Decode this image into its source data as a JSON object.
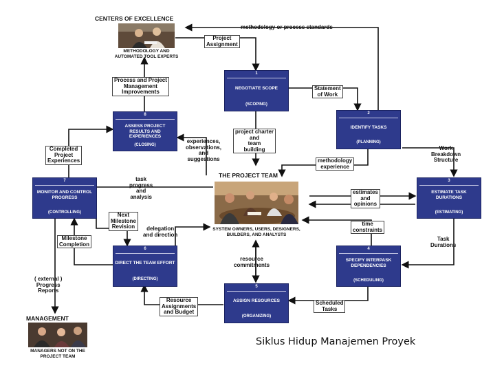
{
  "diagram": {
    "centers": {
      "heading": "CENTERS OF EXCELLENCE",
      "caption_line1": "Methodology and",
      "caption_line2": "Automated Tool Experts"
    },
    "management": {
      "heading": "MANAGEMENT",
      "caption_line1": "Managers not on the",
      "caption_line2": "Project Team"
    },
    "team": {
      "heading": "THE PROJECT TEAM",
      "caption_line1": "System Owners, Users, Designers,",
      "caption_line2": "Builders, and Analysts"
    },
    "phases": [
      {
        "num": "1",
        "title": "Negotiate Scope",
        "sub": "(scoping)"
      },
      {
        "num": "2",
        "title": "Identify Tasks",
        "sub": "(planning)"
      },
      {
        "num": "3",
        "title": "Estimate Task Durations",
        "sub": "(estimating)"
      },
      {
        "num": "4",
        "title": "Specify Interpask Dependencies",
        "sub": "(scheduling)"
      },
      {
        "num": "5",
        "title": "Assign Resources",
        "sub": "(organizing)"
      },
      {
        "num": "6",
        "title": "Direct the Team Effort",
        "sub": "(directing)"
      },
      {
        "num": "7",
        "title": "Monitor and Control Progress",
        "sub": "(controlling)"
      },
      {
        "num": "8",
        "title": "Assess Project Results and Experiences",
        "sub": "(closing)"
      }
    ],
    "labels": {
      "methodology_standards": "methodology or process standards",
      "project_assignment_1": "Project",
      "project_assignment_2": "Assignment",
      "process_improve_1": "Process and Project",
      "process_improve_2": "Management",
      "process_improve_3": "Improvements",
      "statement_1": "Statement",
      "statement_2": "of Work",
      "completed_1": "Completed",
      "completed_2": "Project",
      "completed_3": "Experiences",
      "experiences_1": "experiences,",
      "experiences_2": "observations,",
      "experiences_3": "and",
      "experiences_4": "suggestions",
      "charter_1": "project charter",
      "charter_2": "and",
      "charter_3": "team",
      "charter_4": "building",
      "meth_exp_1": "methodology",
      "meth_exp_2": "experience",
      "wbs_1": "Work",
      "wbs_2": "Breakdown",
      "wbs_3": "Structure",
      "task_prog_1": "task",
      "task_prog_2": "progress",
      "task_prog_3": "and",
      "task_prog_4": "analysis",
      "estimates_1": "estimates",
      "estimates_2": "and",
      "estimates_3": "opinions",
      "next_ms_1": "Next",
      "next_ms_2": "Milestone",
      "next_ms_3": "Revision",
      "delegation_1": "delegation",
      "delegation_2": "and direction",
      "time_1": "time",
      "time_2": "constraints",
      "task_dur_1": "Task",
      "task_dur_2": "Durations",
      "milestone_1": "Milestone",
      "milestone_2": "Completion",
      "resource_c_1": "resource",
      "resource_c_2": "commitments",
      "progress_1": "( external )",
      "progress_2": "Progress",
      "progress_3": "Reports",
      "res_assign_1": "Resource",
      "res_assign_2": "Assignments",
      "res_assign_3": "and Budget",
      "scheduled_1": "Scheduled",
      "scheduled_2": "Tasks"
    }
  },
  "caption": "Siklus Hidup Manajemen Proyek"
}
